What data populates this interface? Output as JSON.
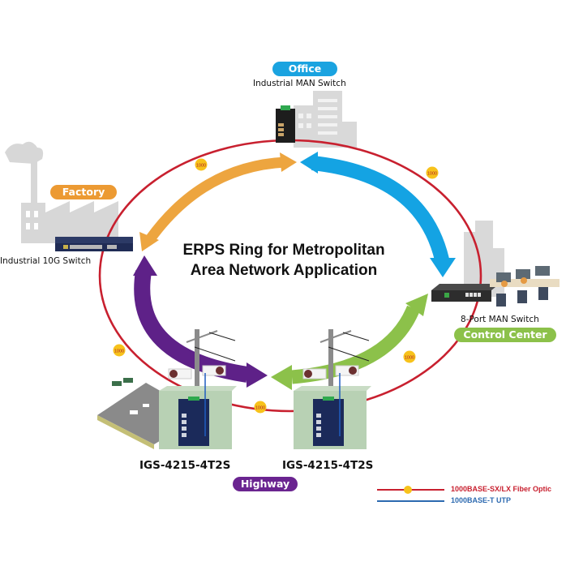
{
  "title": {
    "line1": "ERPS Ring for Metropolitan",
    "line2": "Area Network Application"
  },
  "colors": {
    "ring": "#c8202f",
    "badge": "#f7c21b",
    "badge_text": "#b0202a",
    "office": "#1aa3e0",
    "factory": "#ec9a33",
    "control_center": "#8cc14a",
    "highway": "#6a2490",
    "arrow_orange": "#eda53f",
    "arrow_blue": "#14a3e3",
    "arrow_purple": "#5e2188",
    "arrow_green": "#8cc14a",
    "legend_fiber": "#c8202f",
    "legend_utp": "#2d6ab0"
  },
  "sites": {
    "office": {
      "tag": "Office",
      "device": "Industrial MAN Switch"
    },
    "factory": {
      "tag": "Factory",
      "device": "Industrial 10G Switch"
    },
    "control_center": {
      "tag": "Control Center",
      "device": "8-Port MAN Switch"
    },
    "highway": {
      "tag": "Highway",
      "devices": [
        "IGS-4215-4T2S",
        "IGS-4215-4T2S"
      ]
    }
  },
  "links": {
    "badge_label": "1000",
    "badge_count": 6
  },
  "legend": {
    "fiber": "1000BASE-SX/LX Fiber Optic",
    "utp": "1000BASE-T UTP"
  },
  "icons": {
    "office_building": "office-building-icon",
    "factory_building": "factory-icon",
    "control_room": "control-room-icon",
    "highway_road": "highway-icon",
    "camera_pole": "cctv-pole-icon",
    "cabinet": "street-cabinet-icon"
  }
}
